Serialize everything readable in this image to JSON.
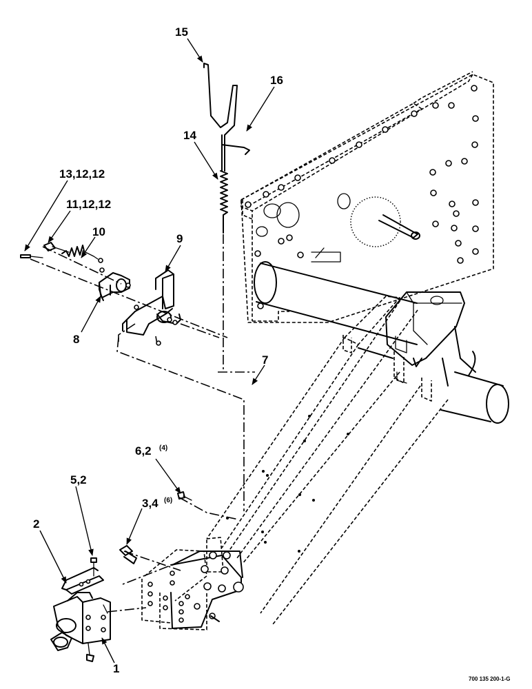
{
  "callouts": {
    "c15": "15",
    "c16": "16",
    "c14": "14",
    "c13": "13,12,12",
    "c11": "11,12,12",
    "c10": "10",
    "c9": "9",
    "c8": "8",
    "c7": "7",
    "c6": "6,2",
    "c6_qty": "(4)",
    "c5": "5,2",
    "c2": "2",
    "c3": "3,4",
    "c3_qty": "(6)",
    "c1": "1"
  },
  "figure_ref": "700 135 200-1-G"
}
